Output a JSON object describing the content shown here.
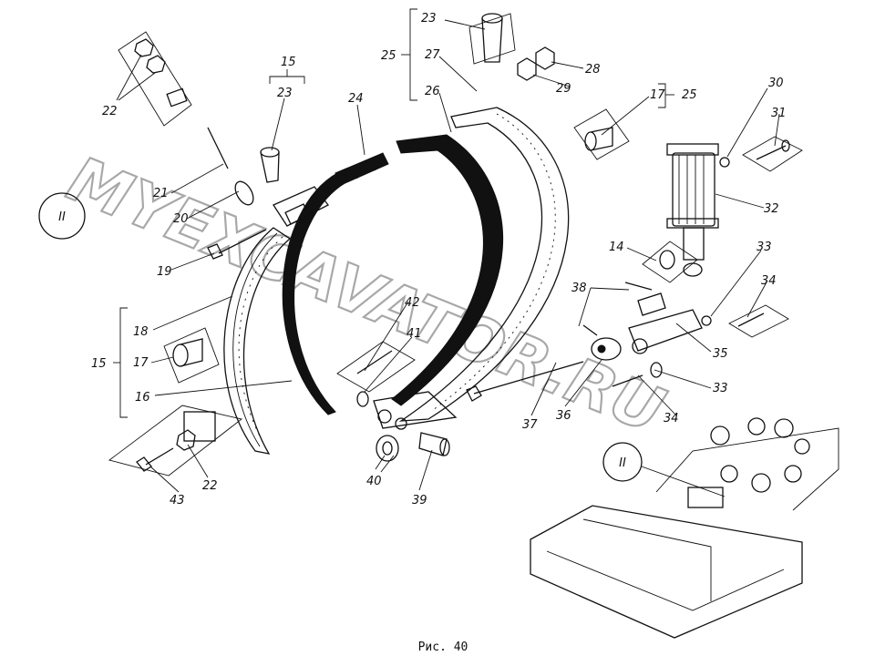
{
  "figure": {
    "caption": "Рис. 40",
    "view_marker": "II",
    "inset_marker": "II",
    "watermark": "MYEXCAVATOR.RU"
  },
  "callouts": [
    {
      "id": "c22a",
      "text": "22"
    },
    {
      "id": "c15a",
      "text": "15"
    },
    {
      "id": "c23a",
      "text": "23"
    },
    {
      "id": "c24",
      "text": "24"
    },
    {
      "id": "c23b",
      "text": "23"
    },
    {
      "id": "c25a",
      "text": "25"
    },
    {
      "id": "c27",
      "text": "27"
    },
    {
      "id": "c26",
      "text": "26"
    },
    {
      "id": "c28",
      "text": "28"
    },
    {
      "id": "c29",
      "text": "29"
    },
    {
      "id": "c17a",
      "text": "17"
    },
    {
      "id": "c25b",
      "text": "25"
    },
    {
      "id": "c30",
      "text": "30"
    },
    {
      "id": "c31",
      "text": "31"
    },
    {
      "id": "c32",
      "text": "32"
    },
    {
      "id": "c21",
      "text": "21"
    },
    {
      "id": "c20",
      "text": "20"
    },
    {
      "id": "c19",
      "text": "19"
    },
    {
      "id": "c14",
      "text": "14"
    },
    {
      "id": "c33a",
      "text": "33"
    },
    {
      "id": "c34a",
      "text": "34"
    },
    {
      "id": "c38",
      "text": "38"
    },
    {
      "id": "c42",
      "text": "42"
    },
    {
      "id": "c41",
      "text": "41"
    },
    {
      "id": "c18",
      "text": "18"
    },
    {
      "id": "c15b",
      "text": "15"
    },
    {
      "id": "c17b",
      "text": "17"
    },
    {
      "id": "c16",
      "text": "16"
    },
    {
      "id": "c35",
      "text": "35"
    },
    {
      "id": "c33b",
      "text": "33"
    },
    {
      "id": "c34b",
      "text": "34"
    },
    {
      "id": "c36",
      "text": "36"
    },
    {
      "id": "c37",
      "text": "37"
    },
    {
      "id": "c40",
      "text": "40"
    },
    {
      "id": "c39",
      "text": "39"
    },
    {
      "id": "c43",
      "text": "43"
    },
    {
      "id": "c22b",
      "text": "22"
    }
  ]
}
